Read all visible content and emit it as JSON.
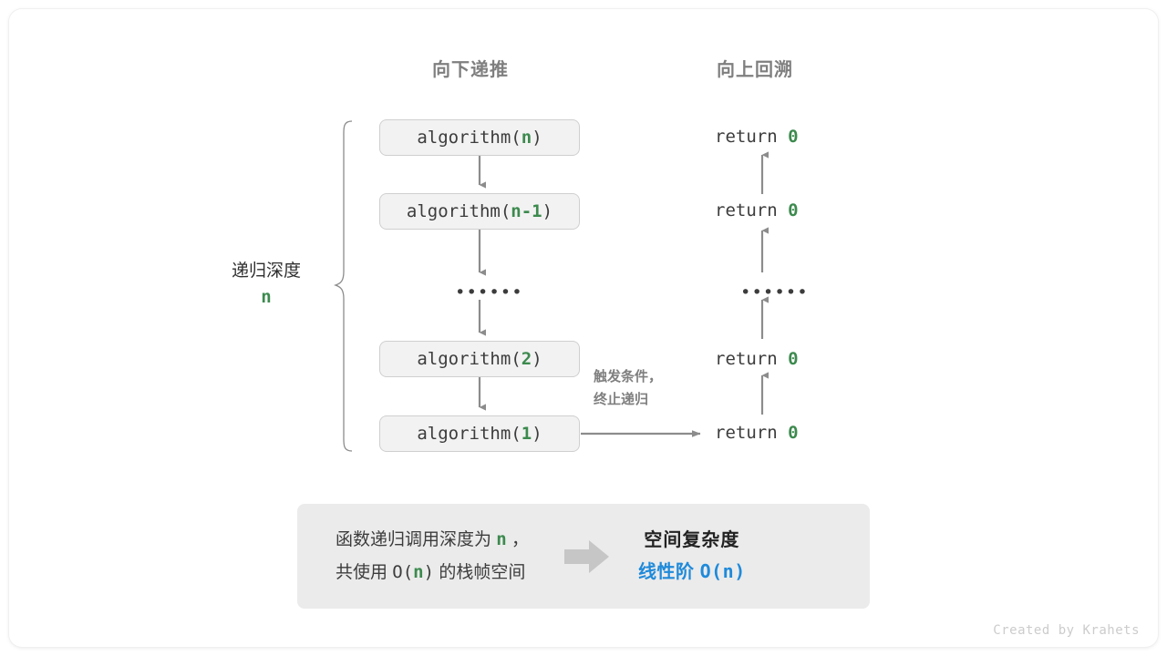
{
  "figure": {
    "headers": {
      "down": "向下递推",
      "up": "向上回溯"
    },
    "call_boxes": [
      {
        "prefix": "algorithm(",
        "arg": "n",
        "suffix": ")"
      },
      {
        "prefix": "algorithm(",
        "arg": "n-1",
        "suffix": ")"
      },
      {
        "prefix": "algorithm(",
        "arg": "2",
        "suffix": ")"
      },
      {
        "prefix": "algorithm(",
        "arg": "1",
        "suffix": ")"
      }
    ],
    "returns": [
      {
        "keyword": "return ",
        "value": "0"
      },
      {
        "keyword": "return ",
        "value": "0"
      },
      {
        "keyword": "return ",
        "value": "0"
      },
      {
        "keyword": "return ",
        "value": "0"
      }
    ],
    "ellipsis_left": "••••••",
    "ellipsis_right": "••••••",
    "depth_label": {
      "text": "递归深度",
      "value": "n"
    },
    "trigger_note": {
      "line1": "触发条件，",
      "line2": "终止递归"
    },
    "summary": {
      "left_line1_a": "函数递归调用深度为 ",
      "left_line1_n": "n",
      "left_line1_b": " ，",
      "left_line2_a": "共使用 ",
      "left_line2_code_a": "O(",
      "left_line2_n": "n",
      "left_line2_code_b": ")",
      "left_line2_b": " 的栈帧空间",
      "right_title": "空间复杂度",
      "right_value_label": "线性阶 ",
      "right_value_code": "O(n)"
    },
    "credit": "Created by Krahets",
    "colors": {
      "accent_green": "#3c8a4e",
      "accent_blue": "#1f8ada",
      "stroke_gray": "#8c8c8c",
      "box_fill": "#f2f2f2",
      "panel_fill": "#ebebeb",
      "text_dark": "#3c3c3c",
      "header_gray": "#7f7f7f"
    }
  }
}
